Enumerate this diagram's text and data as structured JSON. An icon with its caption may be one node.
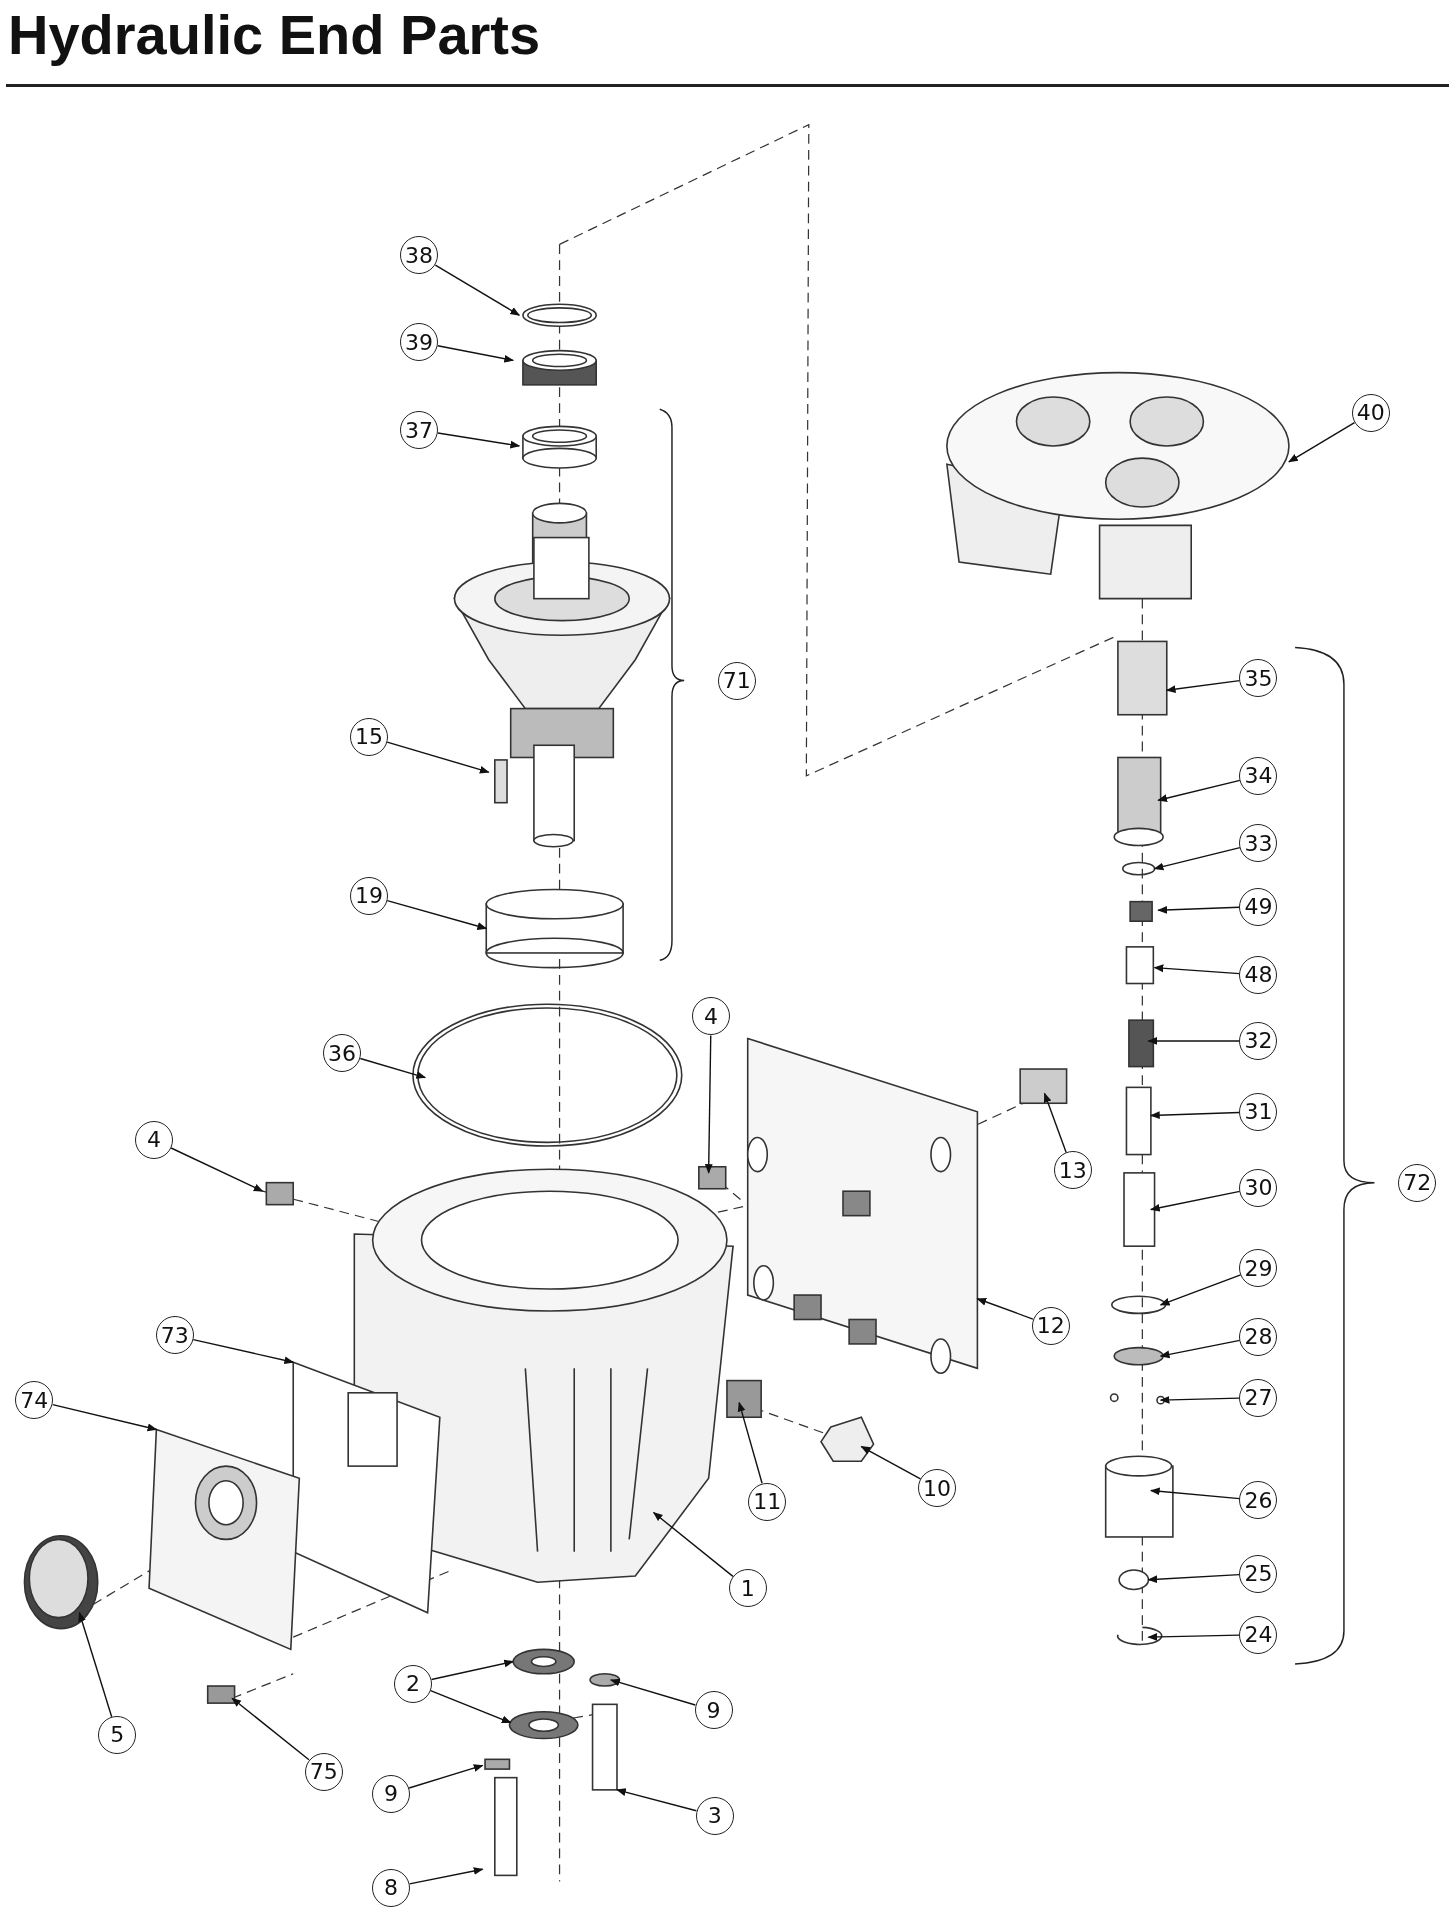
{
  "diagram": {
    "title": "Hydraulic End Parts",
    "nodes": [
      {
        "text": [
          "38"
        ]
      },
      {
        "text": [
          "39"
        ]
      },
      {
        "text": [
          "37"
        ]
      },
      {
        "text": [
          "40"
        ]
      },
      {
        "text": [
          "35"
        ]
      },
      {
        "text": [
          "71"
        ]
      },
      {
        "text": [
          "15"
        ]
      },
      {
        "text": [
          "34"
        ]
      },
      {
        "text": [
          "33"
        ]
      },
      {
        "text": [
          "19"
        ]
      },
      {
        "text": [
          "49"
        ]
      },
      {
        "text": [
          "48"
        ]
      },
      {
        "text": [
          "32"
        ]
      },
      {
        "text": [
          "36"
        ]
      },
      {
        "text": [
          "4"
        ]
      },
      {
        "text": [
          "4"
        ]
      },
      {
        "text": [
          "31"
        ]
      },
      {
        "text": [
          "13"
        ]
      },
      {
        "text": [
          "72"
        ]
      },
      {
        "text": [
          "30"
        ]
      },
      {
        "text": [
          "29"
        ]
      },
      {
        "text": [
          "12"
        ]
      },
      {
        "text": [
          "28"
        ]
      },
      {
        "text": [
          "73"
        ]
      },
      {
        "text": [
          "27"
        ]
      },
      {
        "text": [
          "74"
        ]
      },
      {
        "text": [
          "10"
        ]
      },
      {
        "text": [
          "26"
        ]
      },
      {
        "text": [
          "11"
        ]
      },
      {
        "text": [
          "25"
        ]
      },
      {
        "text": [
          "1"
        ]
      },
      {
        "text": [
          "24"
        ]
      },
      {
        "text": [
          "2"
        ]
      },
      {
        "text": [
          "9"
        ]
      },
      {
        "text": [
          "5"
        ]
      },
      {
        "text": [
          "75"
        ]
      },
      {
        "text": [
          "9"
        ]
      },
      {
        "text": [
          "3"
        ]
      },
      {
        "text": [
          "8"
        ]
      }
    ],
    "edges": [
      {
        "from": 0,
        "to": null,
        "arrow": "to"
      },
      {
        "from": 1,
        "to": null,
        "arrow": "to"
      },
      {
        "from": 2,
        "to": null,
        "arrow": "to"
      },
      {
        "from": 3,
        "to": null,
        "arrow": "to"
      },
      {
        "from": 4,
        "to": null,
        "arrow": "to"
      },
      {
        "from": 6,
        "to": null,
        "arrow": "to"
      },
      {
        "from": 7,
        "to": null,
        "arrow": "to"
      },
      {
        "from": 8,
        "to": null,
        "arrow": "to"
      },
      {
        "from": 9,
        "to": null,
        "arrow": "to"
      },
      {
        "from": 10,
        "to": null,
        "arrow": "to"
      },
      {
        "from": 11,
        "to": null,
        "arrow": "to"
      },
      {
        "from": 12,
        "to": null,
        "arrow": "to"
      },
      {
        "from": 13,
        "to": null,
        "arrow": "to"
      },
      {
        "from": 14,
        "to": null,
        "arrow": "to"
      },
      {
        "from": 15,
        "to": null,
        "arrow": "to"
      },
      {
        "from": 16,
        "to": null,
        "arrow": "to"
      },
      {
        "from": 17,
        "to": null,
        "arrow": "to"
      },
      {
        "from": 19,
        "to": null,
        "arrow": "to"
      },
      {
        "from": 20,
        "to": null,
        "arrow": "to"
      },
      {
        "from": 21,
        "to": null,
        "arrow": "to"
      },
      {
        "from": 22,
        "to": null,
        "arrow": "to"
      },
      {
        "from": 23,
        "to": null,
        "arrow": "to"
      },
      {
        "from": 24,
        "to": null,
        "arrow": "to"
      },
      {
        "from": 25,
        "to": null,
        "arrow": "to"
      },
      {
        "from": 26,
        "to": null,
        "arrow": "to"
      },
      {
        "from": 27,
        "to": null,
        "arrow": "to"
      },
      {
        "from": 28,
        "to": null,
        "arrow": "to"
      },
      {
        "from": 29,
        "to": null,
        "arrow": "to"
      },
      {
        "from": 30,
        "to": null,
        "arrow": "to"
      },
      {
        "from": 31,
        "to": null,
        "arrow": "to"
      },
      {
        "from": 32,
        "to": null,
        "arrow": "to"
      },
      {
        "from": 32,
        "to": null,
        "arrow": "to"
      },
      {
        "from": 33,
        "to": null,
        "arrow": "to"
      },
      {
        "from": 34,
        "to": null,
        "arrow": "to"
      },
      {
        "from": 35,
        "to": null,
        "arrow": "to"
      },
      {
        "from": 36,
        "to": null,
        "arrow": "to"
      },
      {
        "from": 37,
        "to": null,
        "arrow": "to"
      },
      {
        "from": 38,
        "to": null,
        "arrow": "to"
      }
    ]
  }
}
